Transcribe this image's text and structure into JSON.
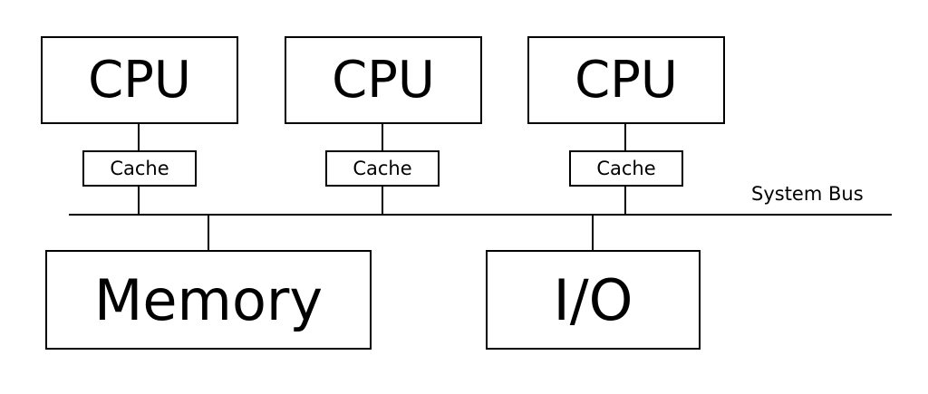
{
  "processors": [
    {
      "label": "CPU",
      "cache_label": "Cache"
    },
    {
      "label": "CPU",
      "cache_label": "Cache"
    },
    {
      "label": "CPU",
      "cache_label": "Cache"
    }
  ],
  "bus": {
    "label": "System Bus"
  },
  "memory": {
    "label": "Memory"
  },
  "io": {
    "label": "I/O"
  },
  "colors": {
    "stroke": "#000000",
    "background": "#ffffff"
  }
}
